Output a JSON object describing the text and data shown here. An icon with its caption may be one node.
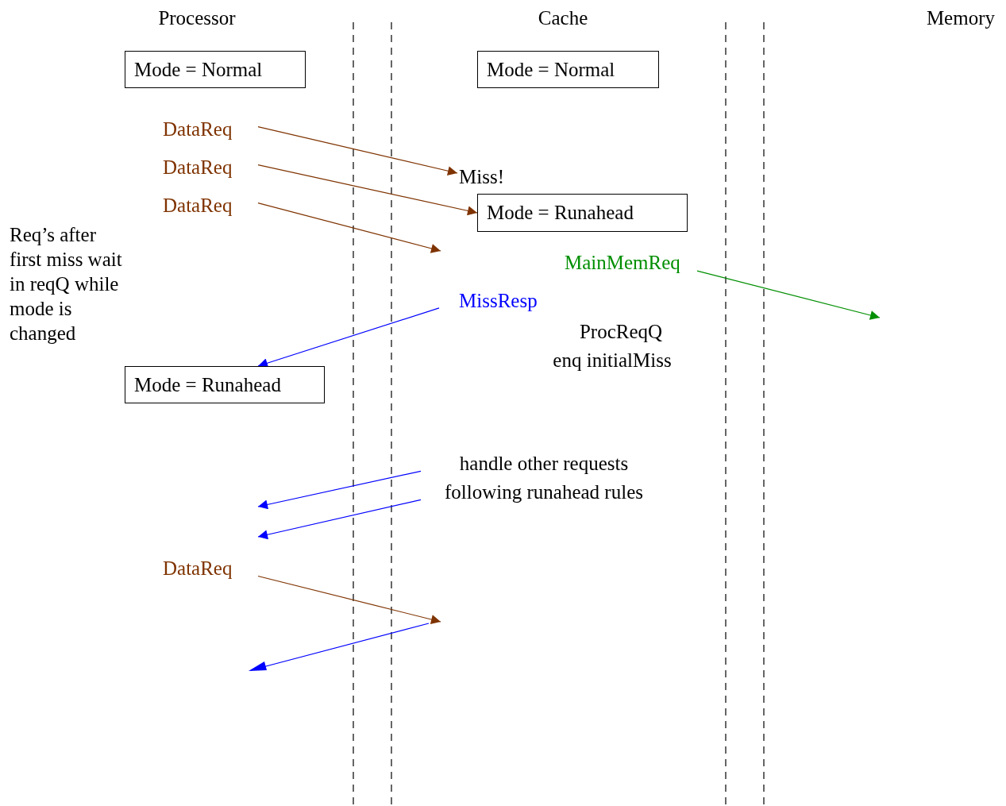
{
  "diagram": {
    "nodes": [
      {
        "text": [
          "Mode = Normal"
        ]
      },
      {
        "text": [
          "Mode = Normal"
        ]
      },
      {
        "text": [
          "DataReq"
        ]
      },
      {
        "text": [
          "DataReq"
        ]
      },
      {
        "text": [
          "DataReq"
        ]
      },
      {
        "text": [
          "Miss!"
        ]
      },
      {
        "text": [
          "Mode = Runahead"
        ]
      },
      {
        "text": [
          "MainMemReq"
        ]
      },
      {
        "text": [
          "MissResp"
        ]
      },
      {
        "text": [
          "Mode = Runahead"
        ]
      },
      {
        "text": [
          "handle other requests following runahead rules"
        ]
      },
      {
        "text": [
          "DataReq"
        ]
      }
    ],
    "edges": [
      {
        "from": 2,
        "to": 5,
        "arrow": "to",
        "color": "#7f3300"
      },
      {
        "from": 3,
        "to": 6,
        "arrow": "to",
        "color": "#7f3300"
      },
      {
        "from": 4,
        "to": null,
        "arrow": "to",
        "color": "#7f3300"
      },
      {
        "from": 7,
        "to": null,
        "arrow": "to",
        "color": "#008f00"
      },
      {
        "from": 8,
        "to": 9,
        "arrow": "to",
        "color": "#0000ff"
      },
      {
        "from": 10,
        "to": null,
        "arrow": "to",
        "color": "#0000ff"
      },
      {
        "from": 10,
        "to": null,
        "arrow": "to",
        "color": "#0000ff"
      },
      {
        "from": 11,
        "to": null,
        "arrow": "to",
        "color": "#7f3300"
      }
    ],
    "labels": [
      "Processor",
      "Cache",
      "Memory",
      "Req’s after first miss wait in reqQ while mode is changed",
      "ProcReqQ",
      "enq initialMiss"
    ]
  }
}
